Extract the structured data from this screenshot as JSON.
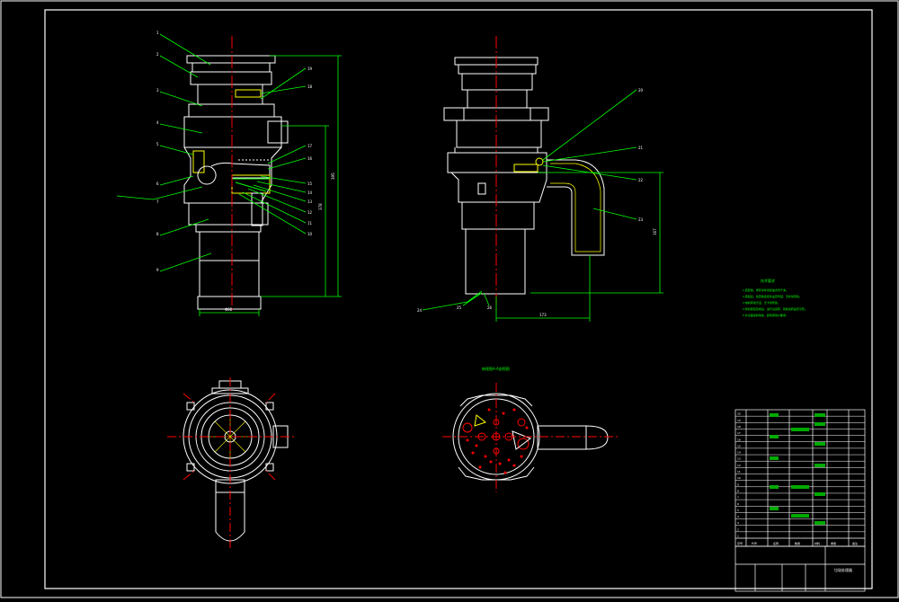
{
  "drawing": {
    "notes_title": "技术要求",
    "notes_lines": [
      "1.装配前，所有零件用煤油清洗干净。",
      "2.装配后，检查各连接处是否牢固，无松动现象。",
      "3.电机转动灵活，无卡滞现象。",
      "4.整机装配完成后，进行试运转，观察运转是否平稳。",
      "5.外表面涂防锈漆，颜色按用户要求。"
    ],
    "section_title": "俯视图A-A剖视图",
    "title_block_name": "垃圾处理器",
    "bom_header": {
      "no": "序号",
      "code": "代号",
      "name": "名称",
      "qty": "数量",
      "material": "材料",
      "weight": "重量",
      "note": "备注"
    },
    "bom_rows": [
      {
        "no": "20",
        "name": "",
        "material": ""
      },
      {
        "no": "19",
        "name": "",
        "material": ""
      },
      {
        "no": "18",
        "name": "",
        "material": ""
      },
      {
        "no": "17",
        "name": "",
        "material": ""
      },
      {
        "no": "16",
        "name": "",
        "material": ""
      },
      {
        "no": "15",
        "name": "",
        "material": ""
      },
      {
        "no": "14",
        "name": "",
        "material": ""
      },
      {
        "no": "13",
        "name": "",
        "material": ""
      },
      {
        "no": "12",
        "name": "",
        "material": ""
      },
      {
        "no": "11",
        "name": "",
        "material": ""
      },
      {
        "no": "10",
        "name": "",
        "material": ""
      },
      {
        "no": "9",
        "name": "",
        "material": ""
      },
      {
        "no": "8",
        "name": "",
        "material": ""
      },
      {
        "no": "7",
        "name": "",
        "material": ""
      },
      {
        "no": "6",
        "name": "",
        "material": ""
      },
      {
        "no": "5",
        "name": "",
        "material": ""
      },
      {
        "no": "4",
        "name": "",
        "material": ""
      },
      {
        "no": "3",
        "name": "",
        "material": ""
      },
      {
        "no": "2",
        "name": "",
        "material": ""
      },
      {
        "no": "1",
        "name": "",
        "material": ""
      }
    ],
    "dims": {
      "left_width": "Φ88",
      "left_height": "395",
      "left_height2": "378",
      "right_height": "167",
      "right_width": "173"
    },
    "left_labels": [
      "1",
      "2",
      "3",
      "4",
      "5",
      "6",
      "7",
      "8",
      "9"
    ],
    "left_right_labels": [
      "19",
      "18",
      "17",
      "16",
      "15",
      "14",
      "13",
      "12",
      "11",
      "10"
    ],
    "right_labels": [
      "20",
      "21",
      "22",
      "23"
    ],
    "bottom_labels": [
      "24",
      "25",
      "26"
    ],
    "colors": {
      "background": "#000000",
      "outline": "#ffffff",
      "center": "#ff0000",
      "dim": "#00ff00",
      "hatch": "#ffff00"
    }
  }
}
